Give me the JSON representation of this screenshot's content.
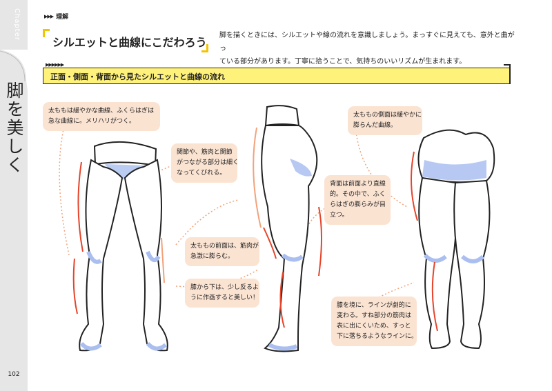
{
  "sidebar": {
    "chapter_word": "Chapter",
    "vertical_title": "脚を美しく描く",
    "page_number": "102"
  },
  "section": {
    "label": "理解"
  },
  "heading": {
    "title": "シルエットと曲線にこだわろう"
  },
  "intro": {
    "lines": [
      "脚を描くときには、シルエットや線の流れを意識しましょう。まっすぐに見えても、意外と曲がっ",
      "ている部分があります。丁寧に拾うことで、気持ちのいいリズムが生まれます。"
    ]
  },
  "subsection": {
    "title": "正面・側面・背面から見たシルエットと曲線の流れ"
  },
  "callouts": {
    "front_top": [
      "太ももは緩やかな曲線、ふくらはぎは",
      "急な曲線に。メリハリがつく。"
    ],
    "front_joint": [
      "関節や、筋肉と関節",
      "がつながる部分は細く",
      "なってくびれる。"
    ],
    "side_thigh": [
      "太ももの前面は、筋肉が",
      "急激に膨らむ。"
    ],
    "side_knee": [
      "膝から下は、少し反るよ",
      "うに作画すると美しい！"
    ],
    "side_back": [
      "背面は前面より直線",
      "的。その中で、ふく",
      "らはぎの膨らみが目",
      "立つ。"
    ],
    "back_side": [
      "太ももの側面は緩やかに",
      "膨らんだ曲線。"
    ],
    "back_knee": [
      "膝を境に、ラインが劇的に",
      "変わる。すね部分の筋肉は",
      "表に出にくいため、すっと",
      "下に落ちるようなラインに。"
    ]
  },
  "colors": {
    "accent_yellow": "#f3c400",
    "bar_yellow": "#fff27a",
    "callout_bg": "#fbe3d2",
    "guide_orange": "#f2a27a",
    "arrow_red": "#e5442a",
    "shadow_blue": "#aabff0"
  }
}
